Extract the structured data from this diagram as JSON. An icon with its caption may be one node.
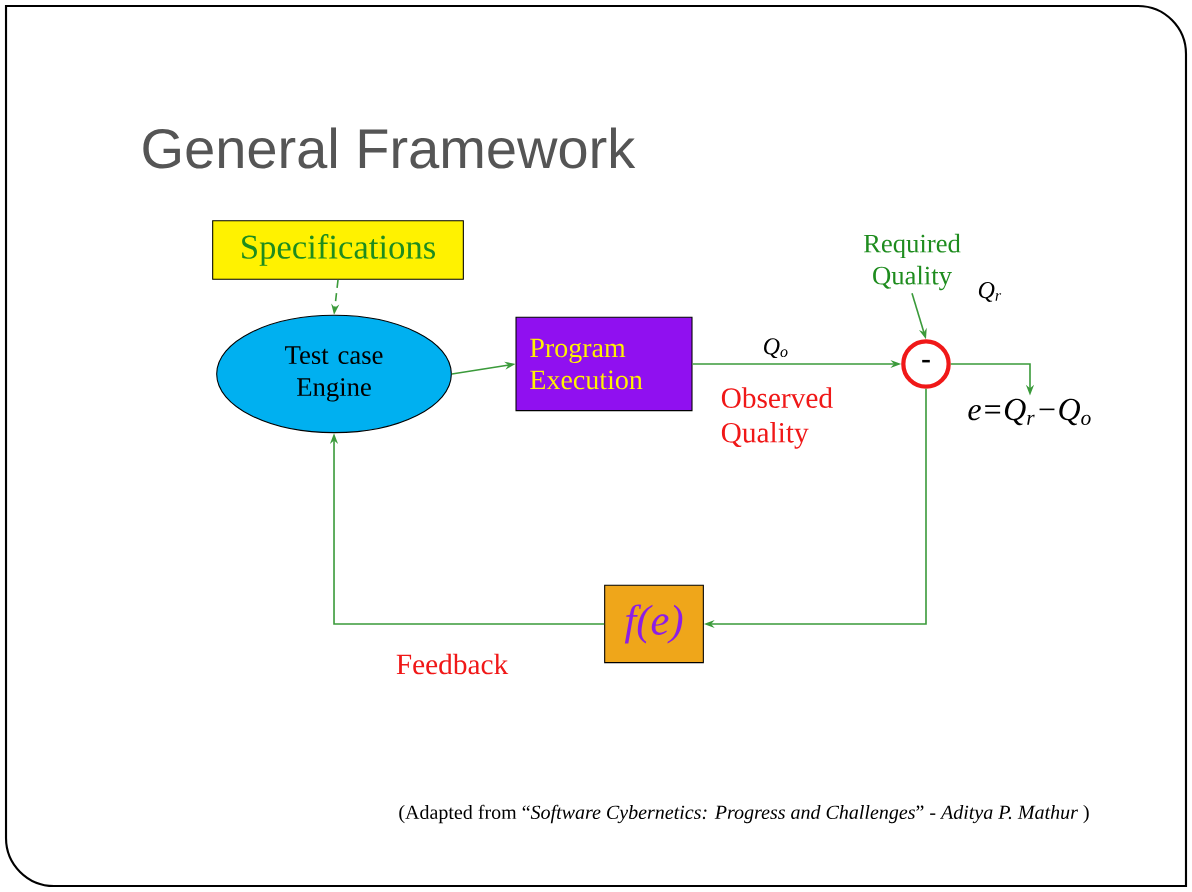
{
  "diagram": {
    "title": "General Framework",
    "caption": "(Adapted from “*Software Cybernetics: Progress and Challenges*” - *Aditya P. Mathur* )",
    "nodes": [
      {
        "text": [
          "Specifications"
        ]
      },
      {
        "text": [
          "Test case Engine"
        ]
      },
      {
        "text": [
          "Program Execution"
        ]
      },
      {
        "text": [
          "-"
        ]
      },
      {
        "text": [
          "f(e)"
        ]
      },
      {
        "text": [
          "Required Quality"
        ]
      },
      {
        "text": [
          "e=Q$_{r}$−Q$_{o}$"
        ]
      }
    ],
    "edges": [
      {
        "from": 0,
        "to": 1,
        "arrow": "to",
        "style": "dashed"
      },
      {
        "from": 1,
        "to": 2,
        "arrow": "to"
      },
      {
        "from": 2,
        "to": 3,
        "arrow": "to",
        "label": "Q$_{o}$"
      },
      {
        "from": 5,
        "to": 3,
        "arrow": "to"
      },
      {
        "from": 3,
        "to": 6,
        "arrow": "to"
      },
      {
        "from": 3,
        "to": 4,
        "arrow": "to"
      },
      {
        "from": 4,
        "to": 1,
        "arrow": "to"
      }
    ],
    "labels": [
      "Q$_{r}$",
      "Observed Quality",
      "Feedback"
    ]
  }
}
